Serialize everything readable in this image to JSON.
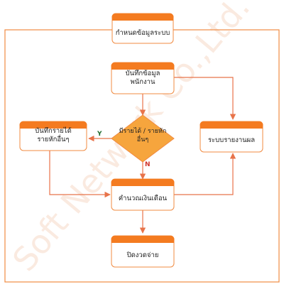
{
  "colors": {
    "accent": "#f47b20",
    "accent_light": "#fbb47a",
    "box_border": "#f08b42",
    "box_fill": "#ffffff",
    "diamond_fill": "#f6a53d",
    "line": "#e8734a",
    "yes_label": "#1f6b2e",
    "no_label": "#d0342c"
  },
  "nodes": {
    "define_data": "กำหนดข้อมูลระบบ",
    "record_employee": "บันทึกข้อมูล\nพนักงาน",
    "decision_income_deduction": "มีรายได้ / รายหัก\nอื่นๆ",
    "record_income_deduction": "บันทึกรายได้\nรายหักอื่นๆ",
    "report_system": "ระบบรายงานผล",
    "calculate_salary": "คำนวณเงินเดือน",
    "close_period": "ปิดงวดจ่าย"
  },
  "branches": {
    "yes": "Y",
    "no": "N"
  },
  "watermark": "Soft Network Co.,Ltd."
}
